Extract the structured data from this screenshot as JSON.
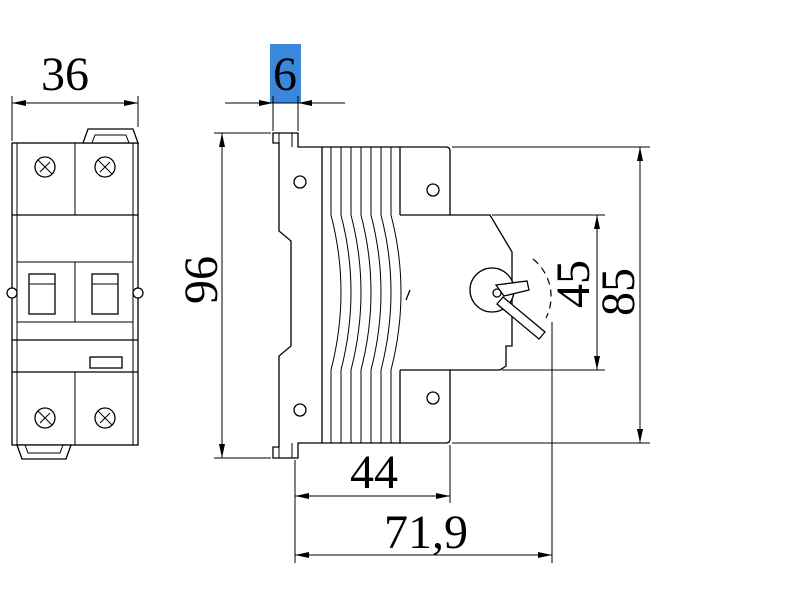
{
  "dimensions": {
    "front_width": "36",
    "rail_clip_width": "6",
    "overall_height": "96",
    "handle_height": "45",
    "body_height": "85",
    "body_depth": "44",
    "overall_depth": "71,9"
  },
  "colors": {
    "highlight": "#3a87db",
    "line": "#000000"
  }
}
